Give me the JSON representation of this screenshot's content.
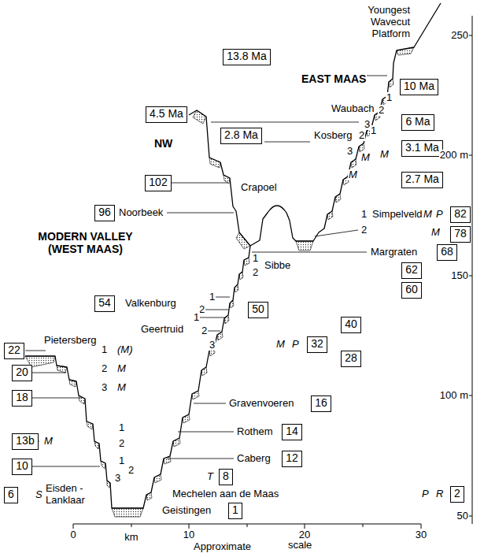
{
  "diagram": {
    "nodes": [
      {
        "text": [
          "13.8 Ma"
        ]
      },
      {
        "text": [
          "10 Ma"
        ]
      },
      {
        "text": [
          "4.5 Ma"
        ]
      },
      {
        "text": [
          "6 Ma"
        ]
      },
      {
        "text": [
          "2.8 Ma"
        ]
      },
      {
        "text": [
          "3.1 Ma"
        ]
      },
      {
        "text": [
          "102"
        ]
      },
      {
        "text": [
          "2.7 Ma"
        ]
      },
      {
        "text": [
          "96"
        ]
      },
      {
        "text": [
          "82"
        ]
      },
      {
        "text": [
          "78"
        ]
      },
      {
        "text": [
          "68"
        ]
      },
      {
        "text": [
          "62"
        ]
      },
      {
        "text": [
          "60"
        ]
      },
      {
        "text": [
          "54"
        ]
      },
      {
        "text": [
          "50"
        ]
      },
      {
        "text": [
          "40"
        ]
      },
      {
        "text": [
          "32"
        ]
      },
      {
        "text": [
          "28"
        ]
      },
      {
        "text": [
          "22"
        ]
      },
      {
        "text": [
          "20"
        ]
      },
      {
        "text": [
          "18"
        ]
      },
      {
        "text": [
          "16"
        ]
      },
      {
        "text": [
          "14"
        ]
      },
      {
        "text": [
          "13b"
        ]
      },
      {
        "text": [
          "12"
        ]
      },
      {
        "text": [
          "10"
        ]
      },
      {
        "text": [
          "8"
        ]
      },
      {
        "text": [
          "6"
        ]
      },
      {
        "text": [
          "2"
        ]
      },
      {
        "text": [
          "1"
        ]
      }
    ],
    "labels": [
      "Youngest Wavecut Platform",
      "EAST MAAS",
      "1",
      "Waubach",
      "2",
      "3",
      "NW",
      "Kosberg",
      "2",
      "1",
      "3",
      "M",
      "M",
      "M",
      "Crapoel",
      "Noorbeek",
      "1",
      "Simpelveld",
      "M",
      "P",
      "2",
      "M",
      "Margraten",
      "MODERN VALLEY (WEST MAAS)",
      "1",
      "2",
      "Sibbe",
      "Valkenburg",
      "1",
      "2",
      "Geertruid",
      "1",
      "2",
      "3",
      "M",
      "P",
      "Pietersberg",
      "1",
      "(M)",
      "2",
      "M",
      "3",
      "M",
      "Gravenvoeren",
      "1",
      "2",
      "Rothem",
      "M",
      "1",
      "2",
      "3",
      "Caberg",
      "T",
      "S",
      "Eisden - Lanklaar",
      "Mechelen aan de Maas",
      "P",
      "R",
      "Geistingen",
      "250",
      "200 m",
      "150",
      "100 m",
      "50",
      "0",
      "km",
      "10",
      "20",
      "30",
      "Approximate",
      "scale"
    ]
  }
}
